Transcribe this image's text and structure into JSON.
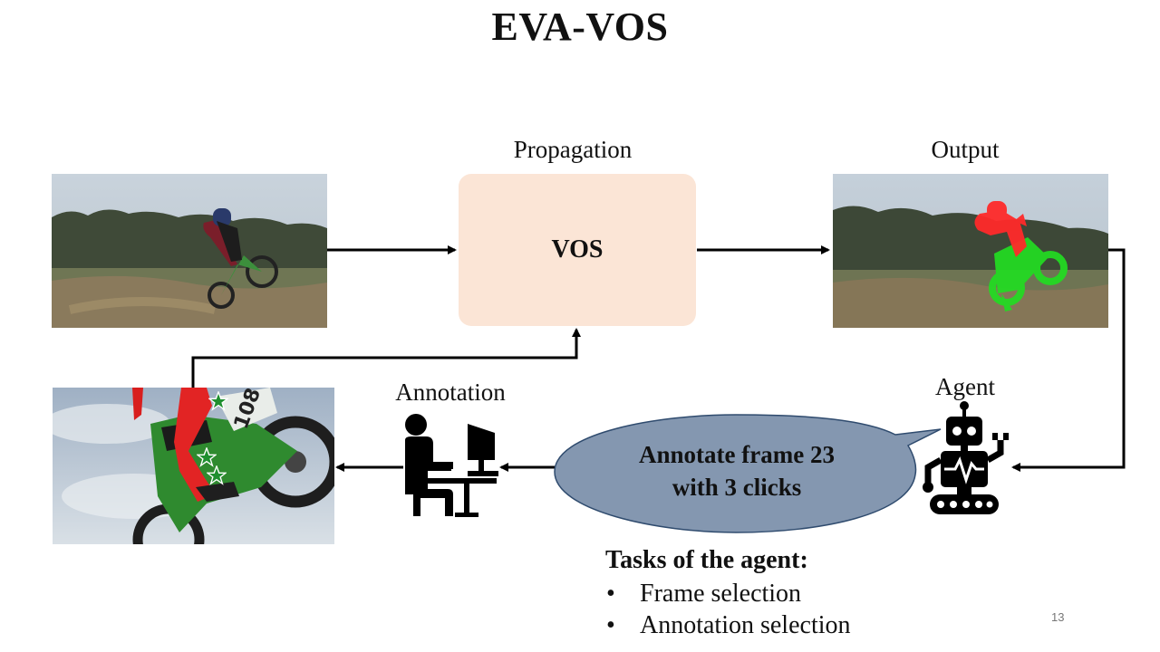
{
  "title": "EVA-VOS",
  "labels": {
    "propagation": "Propagation",
    "output": "Output",
    "annotation": "Annotation",
    "agent": "Agent"
  },
  "vos_box": {
    "label": "VOS"
  },
  "speech_bubble": {
    "line1": "Annotate frame 23",
    "line2": "with 3 clicks"
  },
  "tasks": {
    "title": "Tasks of the agent:",
    "items": [
      "Frame selection",
      "Annotation selection"
    ]
  },
  "page_number": "13",
  "icons": {
    "annotator": "person-at-computer-icon",
    "agent": "robot-icon",
    "clicks": "star-icon"
  },
  "colors": {
    "vos_box": "#fbe5d6",
    "bubble": "#8497b0",
    "mask_rider": "#ff2a2a",
    "mask_bike": "#22dd22",
    "click_star": "#1f8f2f"
  }
}
